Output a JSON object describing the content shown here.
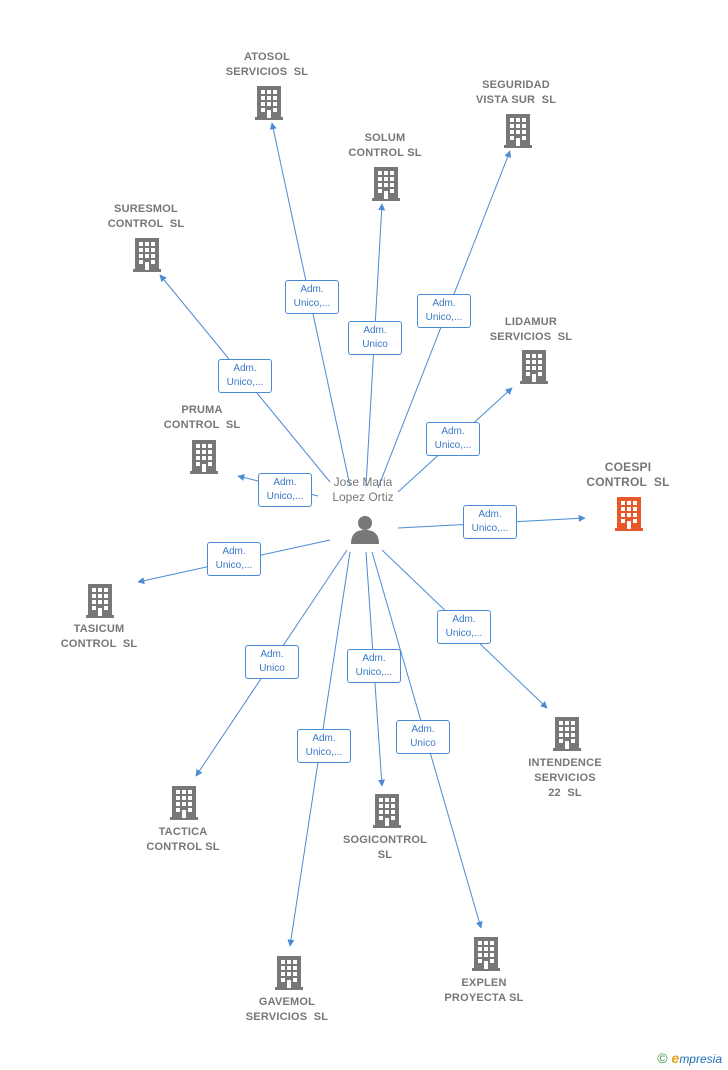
{
  "center": {
    "name": "Jose Maria\nLopez Ortiz",
    "icon": "person-icon"
  },
  "colors": {
    "edge": "#4a8bd4",
    "building": "#777777",
    "building_highlight": "#e8572a"
  },
  "companies": [
    {
      "id": "atosol",
      "name": "ATOSOL\nSERVICIOS  SL",
      "role": "Adm.\nUnico,...",
      "highlight": false
    },
    {
      "id": "seguridad",
      "name": "SEGURIDAD\nVISTA SUR  SL",
      "role": "Adm.\nUnico,...",
      "highlight": false
    },
    {
      "id": "solum",
      "name": "SOLUM\nCONTROL SL",
      "role": "Adm.\nUnico",
      "highlight": false
    },
    {
      "id": "suresmol",
      "name": "SURESMOL\nCONTROL  SL",
      "role": "Adm.\nUnico,...",
      "highlight": false
    },
    {
      "id": "lidamur",
      "name": "LIDAMUR\nSERVICIOS  SL",
      "role": "Adm.\nUnico,...",
      "highlight": false
    },
    {
      "id": "pruma",
      "name": "PRUMA\nCONTROL  SL",
      "role": "Adm.\nUnico,...",
      "highlight": false
    },
    {
      "id": "coespi",
      "name": "COESPI\nCONTROL  SL",
      "role": "Adm.\nUnico,...",
      "highlight": true
    },
    {
      "id": "tasicum",
      "name": "TASICUM\nCONTROL  SL",
      "role": "Adm.\nUnico,...",
      "highlight": false
    },
    {
      "id": "intendence",
      "name": "INTENDENCE\nSERVICIOS\n22  SL",
      "role": "Adm.\nUnico,...",
      "highlight": false
    },
    {
      "id": "tactica",
      "name": "TACTICA\nCONTROL SL",
      "role": "Adm.\nUnico",
      "highlight": false
    },
    {
      "id": "sogicontrol",
      "name": "SOGICONTROL\nSL",
      "role": "Adm.\nUnico,...",
      "highlight": false
    },
    {
      "id": "gavemol",
      "name": "GAVEMOL\nSERVICIOS  SL",
      "role": "Adm.\nUnico,...",
      "highlight": false
    },
    {
      "id": "explen",
      "name": "EXPLEN\nPROYECTA SL",
      "role": "Adm.\nUnico",
      "highlight": false
    }
  ],
  "brand": {
    "copyright": "©",
    "initial": "e",
    "name": "mpresia"
  }
}
